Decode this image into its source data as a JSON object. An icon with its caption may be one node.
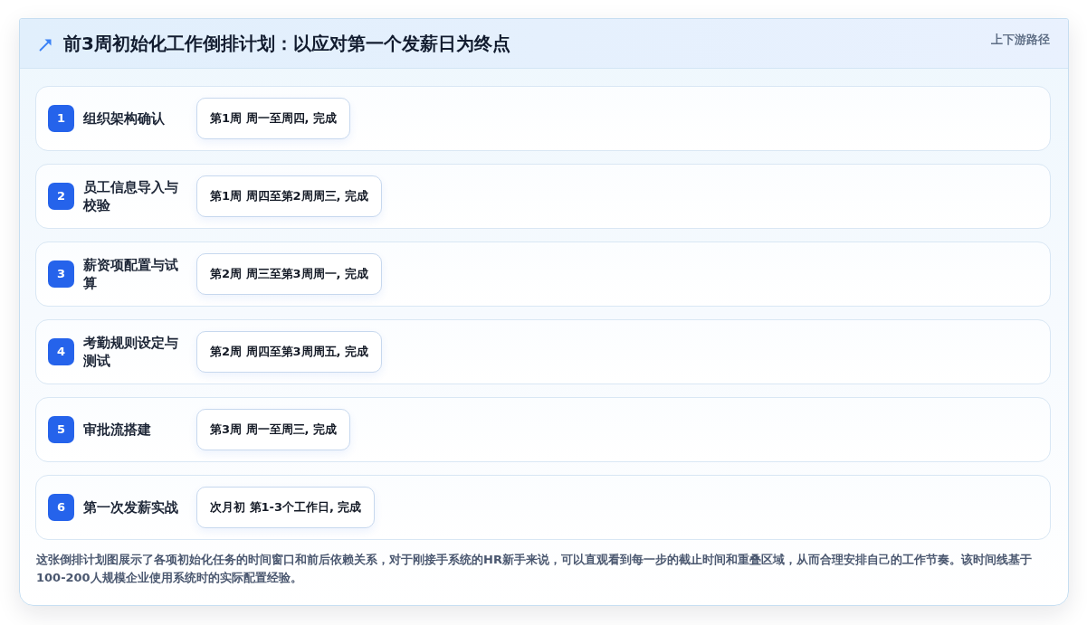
{
  "diagram": {
    "title": "前3周初始化工作倒排计划：以应对第一个发薪日为终点",
    "nodes": [
      {
        "text": [
          "组织架构确认"
        ]
      },
      {
        "text": [
          "1"
        ],
        "in": 0
      },
      {
        "text": [
          "第1周 周一至周四, 完成"
        ],
        "in": 0
      },
      {
        "text": [
          "员工信息导入与校验"
        ]
      },
      {
        "text": [
          "2"
        ],
        "in": 3
      },
      {
        "text": [
          "第1周 周四至第2周周三, 完成"
        ],
        "in": 3
      },
      {
        "text": [
          "薪资项配置与试算"
        ]
      },
      {
        "text": [
          "3"
        ],
        "in": 6
      },
      {
        "text": [
          "第2周 周三至第3周周一, 完成"
        ],
        "in": 6
      },
      {
        "text": [
          "考勤规则设定与测试"
        ]
      },
      {
        "text": [
          "4"
        ],
        "in": 9
      },
      {
        "text": [
          "第2周 周四至第3周周五, 完成"
        ],
        "in": 9
      },
      {
        "text": [
          "审批流搭建"
        ]
      },
      {
        "text": [
          "5"
        ],
        "in": 12
      },
      {
        "text": [
          "第3周 周一至周三, 完成"
        ],
        "in": 12
      },
      {
        "text": [
          "第一次发薪实战"
        ]
      },
      {
        "text": [
          "6"
        ],
        "in": 15
      },
      {
        "text": [
          "次月初 第1-3个工作日, 完成"
        ],
        "in": 15
      }
    ],
    "labels": [
      "上下游路径"
    ],
    "caption": "这张倒排计划图展示了各项初始化任务的时间窗口和前后依赖关系，对于刚接手系统的HR新手来说，可以直观看到每一步的截止时间和重叠区域，从而合理安排自己的工作节奏。该时间线基于100-200人规模企业使用系统时的实际配置经验。"
  }
}
